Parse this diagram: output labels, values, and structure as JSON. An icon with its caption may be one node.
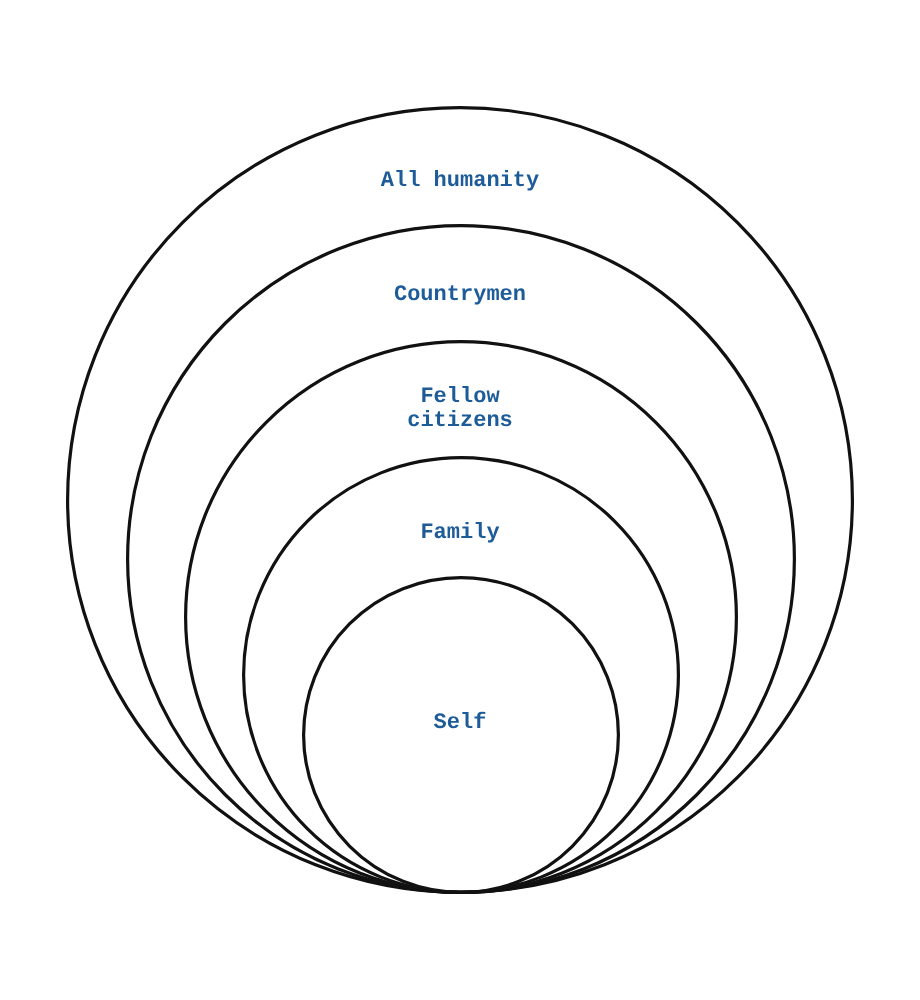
{
  "diagram": {
    "nodes": [
      {
        "text": [
          "All humanity"
        ]
      },
      {
        "text": [
          "Countrymen"
        ],
        "in": 0
      },
      {
        "text": [
          "Fellow citizens"
        ],
        "in": 1
      },
      {
        "text": [
          "Family"
        ],
        "in": 2
      },
      {
        "text": [
          "Self"
        ],
        "in": 3
      }
    ]
  }
}
